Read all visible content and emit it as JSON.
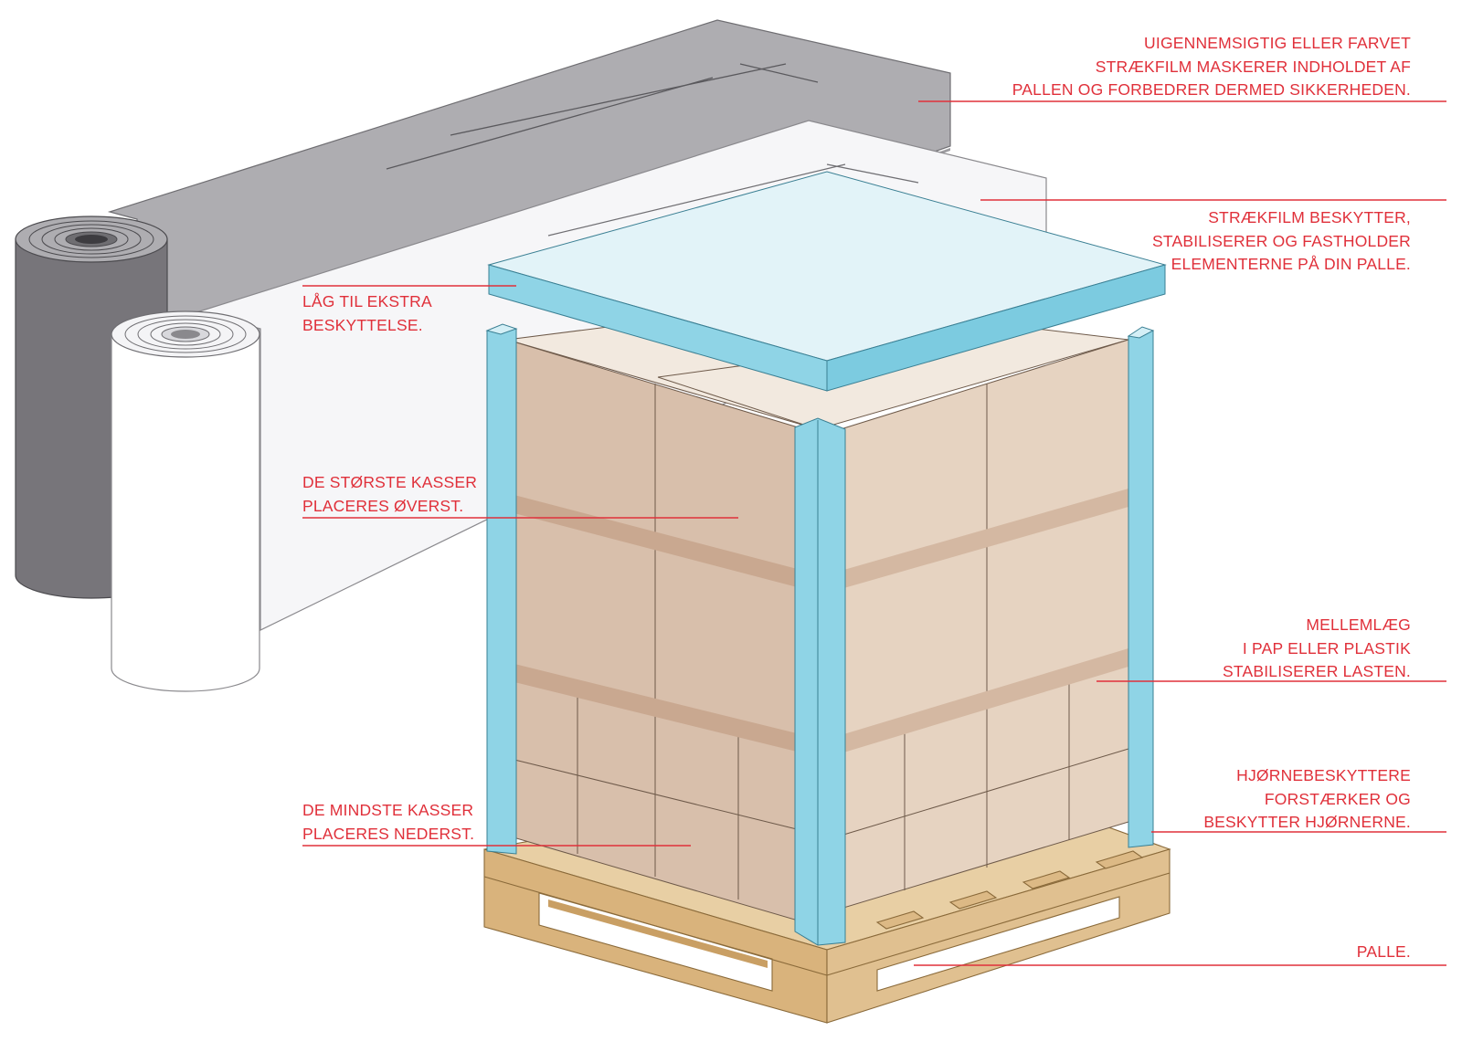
{
  "colors": {
    "accent_red": "#e0303a",
    "film_dark": "#7a787d",
    "film_grey": "#aeadb1",
    "film_white": "#f6f6f8",
    "box_front": "#d8bfab",
    "box_side": "#e6d3c1",
    "box_top": "#f2e9df",
    "corner_blue": "#8fd4e6",
    "lid_top": "#e2f3f8",
    "pallet_wood": "#dcb985"
  },
  "annotations": {
    "opaque_film": [
      "UIGENNEMSIGTIG ELLER FARVET",
      "STRÆKFILM MASKERER INDHOLDET AF",
      "PALLEN OG FORBEDRER DERMED SIKKERHEDEN."
    ],
    "stretch_film": [
      "STRÆKFILM BESKYTTER,",
      "STABILISERER OG FASTHOLDER",
      "ELEMENTERNE PÅ DIN PALLE."
    ],
    "lid": [
      "LÅG TIL EKSTRA",
      "BESKYTTELSE."
    ],
    "largest_boxes": [
      "DE STØRSTE KASSER",
      "PLACERES ØVERST."
    ],
    "separator": [
      "MELLEMLÆG",
      "I PAP ELLER PLASTIK",
      "STABILISERER LASTEN."
    ],
    "corner_protectors": [
      "HJØRNEBESKYTTERE",
      "FORSTÆRKER OG",
      "BESKYTTER HJØRNERNE."
    ],
    "smallest_boxes": [
      "DE MINDSTE KASSER",
      "PLACERES NEDERST."
    ],
    "pallet": [
      "PALLE."
    ]
  }
}
